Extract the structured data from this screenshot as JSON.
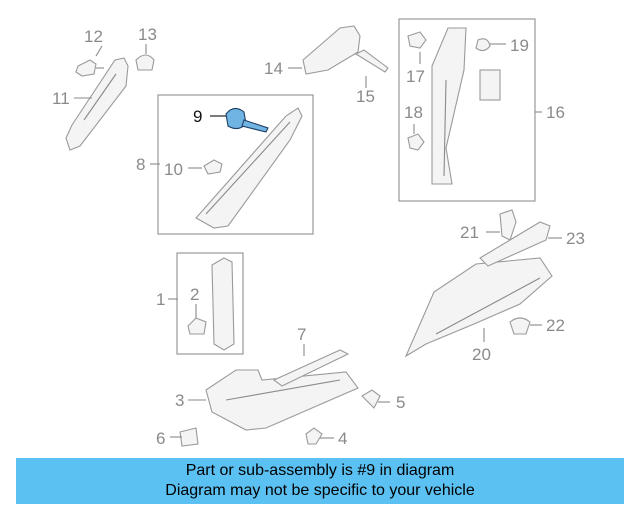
{
  "callouts": {
    "c1": "1",
    "c2": "2",
    "c3": "3",
    "c4": "4",
    "c5": "5",
    "c6": "6",
    "c7": "7",
    "c8": "8",
    "c9": "9",
    "c10": "10",
    "c11": "11",
    "c12": "12",
    "c13": "13",
    "c14": "14",
    "c15": "15",
    "c16": "16",
    "c17": "17",
    "c18": "18",
    "c19": "19",
    "c20": "20",
    "c21": "21",
    "c22": "22",
    "c23": "23"
  },
  "highlighted_part": "9",
  "colors": {
    "highlight": "#6fb4e3",
    "banner": "#5bc0f2"
  },
  "banner": {
    "line1": "Part or sub-assembly is #9 in diagram",
    "line2": "Diagram may not be specific to your vehicle"
  }
}
